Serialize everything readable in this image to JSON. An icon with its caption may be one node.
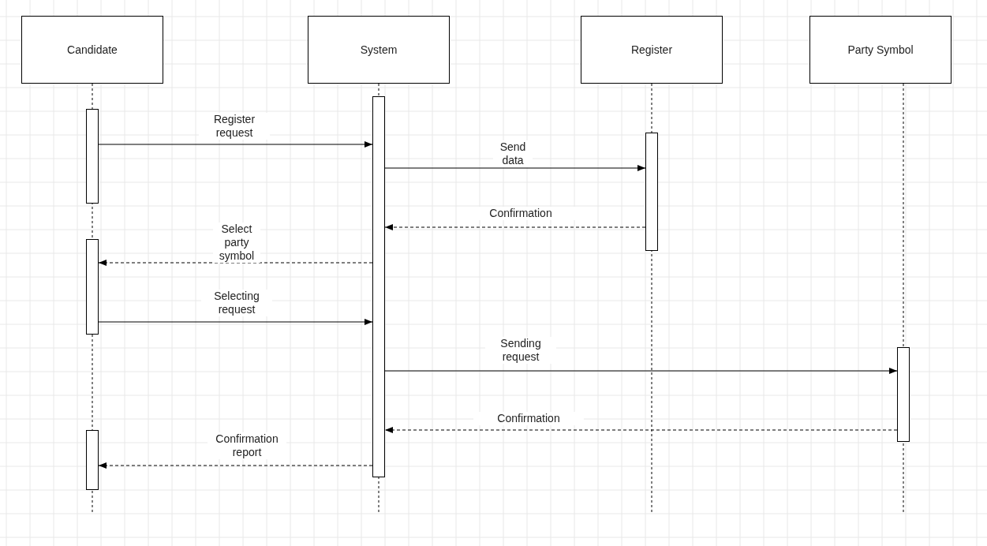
{
  "diagram": {
    "nodes": [
      {
        "text": [
          "Candidate"
        ]
      },
      {
        "text": [
          "System"
        ]
      },
      {
        "text": [
          "Register"
        ]
      },
      {
        "text": [
          "Party Symbol"
        ]
      },
      {
        "text": [],
        "shape": "bar"
      },
      {
        "text": [],
        "shape": "bar"
      },
      {
        "text": [],
        "shape": "bar"
      },
      {
        "text": [],
        "shape": "bar"
      },
      {
        "text": [],
        "shape": "bar"
      },
      {
        "text": [],
        "shape": "bar"
      }
    ],
    "edges": [
      {
        "from": 4,
        "to": 5,
        "arrow": "to",
        "label": "Register request"
      },
      {
        "from": 5,
        "to": 6,
        "arrow": "to",
        "label": "Send data"
      },
      {
        "from": 6,
        "to": 5,
        "arrow": "to",
        "label": "Confirmation",
        "style": "dashed"
      },
      {
        "from": 5,
        "to": 7,
        "arrow": "to",
        "label": "Select party symbol",
        "style": "dashed"
      },
      {
        "from": 7,
        "to": 5,
        "arrow": "to",
        "label": "Selecting request"
      },
      {
        "from": 5,
        "to": 8,
        "arrow": "to",
        "label": "Sending request"
      },
      {
        "from": 8,
        "to": 5,
        "arrow": "to",
        "label": "Confirmation",
        "style": "dashed"
      },
      {
        "from": 5,
        "to": 9,
        "arrow": "to",
        "label": "Confirmation report",
        "style": "dashed"
      }
    ]
  }
}
